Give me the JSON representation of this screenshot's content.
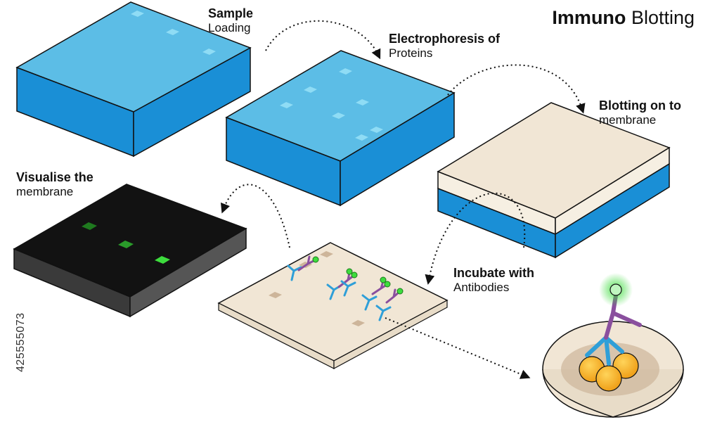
{
  "title": {
    "bold": "Immuno",
    "normal": "Blotting"
  },
  "steps": [
    {
      "bold": "Sample",
      "normal": "Loading"
    },
    {
      "bold": "Electrophoresis of",
      "normal": "Proteins"
    },
    {
      "bold": "Blotting on to",
      "normal": "membrane"
    },
    {
      "bold": "Incubate with",
      "normal": "Antibodies"
    },
    {
      "bold": "Visualise the",
      "normal": "membrane"
    }
  ],
  "stock_id": "425555073",
  "colors": {
    "gel_top": "#5cbde6",
    "gel_side": "#1a8fd6",
    "membrane": "#f1e6d5",
    "visual_top": "#121212",
    "band_green": "#3ddc3d",
    "antibody_blue": "#2f9fd8",
    "antibody_purple": "#8a4f9e"
  }
}
